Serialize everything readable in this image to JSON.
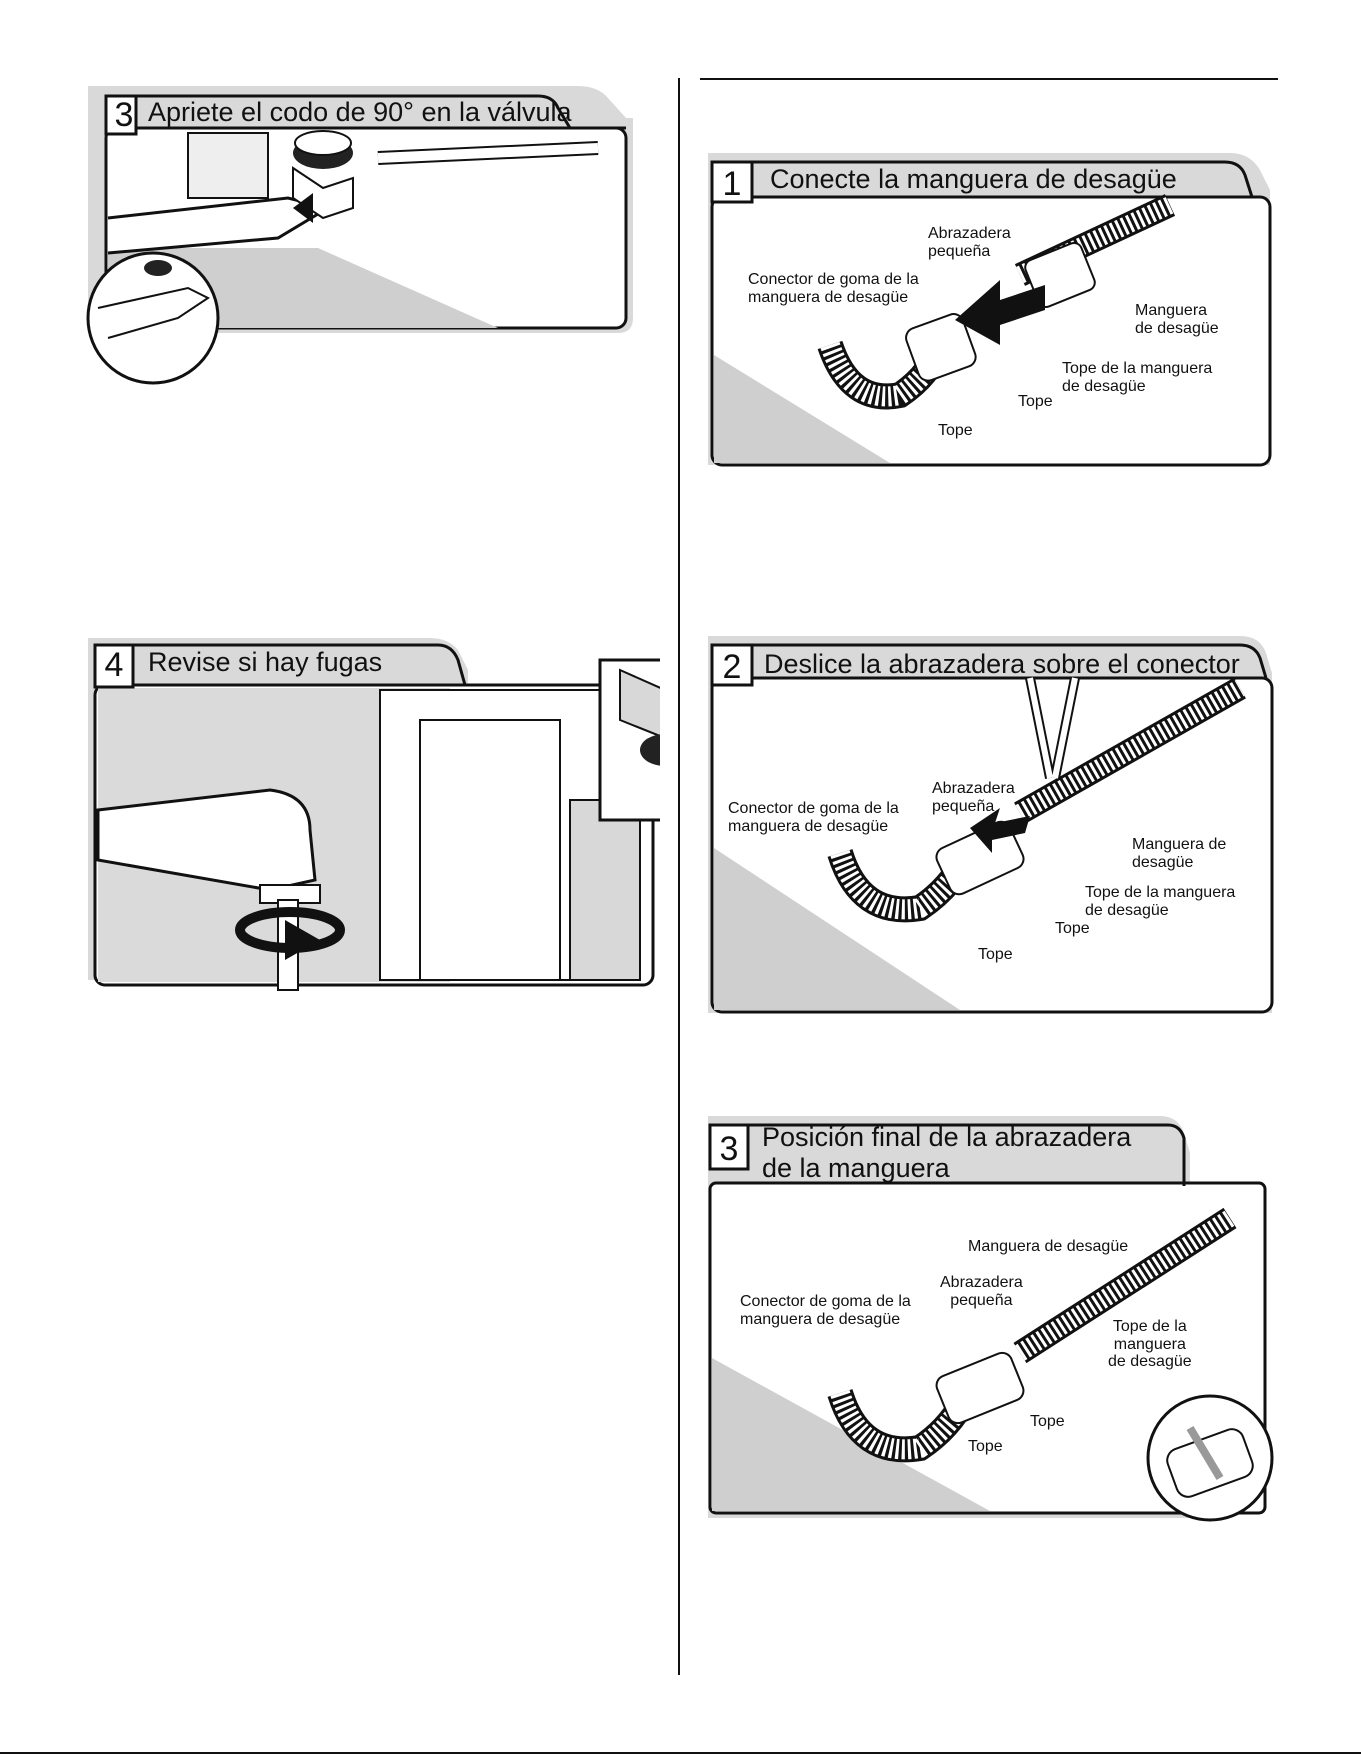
{
  "left": {
    "step3": {
      "number": "3",
      "title": "Apriete el codo de 90° en la válvula"
    },
    "step4": {
      "number": "4",
      "title": "Revise si hay fugas"
    }
  },
  "right": {
    "step1": {
      "number": "1",
      "title": "Conecte la manguera de desagüe",
      "labels": {
        "abrazadera": "Abrazadera\npequeña",
        "conector": "Conector de goma de la\nmanguera de desagüe",
        "manguera": "Manguera\nde desagüe",
        "tope_manguera": "Tope de la manguera\nde desagüe",
        "tope_a": "Tope",
        "tope_b": "Tope"
      }
    },
    "step2": {
      "number": "2",
      "title": "Deslice la abrazadera sobre el conector",
      "labels": {
        "abrazadera": "Abrazadera\npequeña",
        "conector": "Conector de goma de la\nmanguera de desagüe",
        "manguera": "Manguera de\ndesagüe",
        "tope_manguera": "Tope de la manguera\nde desagüe",
        "tope_a": "Tope",
        "tope_b": "Tope"
      }
    },
    "step3": {
      "number": "3",
      "title_line1": "Posición final de la abrazadera",
      "title_line2": "de la manguera",
      "labels": {
        "manguera": "Manguera de desagüe",
        "abrazadera": "Abrazadera\npequeña",
        "conector": "Conector de goma de la\nmanguera de desagüe",
        "tope_manguera": "Tope de la\nmanguera\nde desagüe",
        "tope_a": "Tope",
        "tope_b": "Tope"
      }
    }
  }
}
